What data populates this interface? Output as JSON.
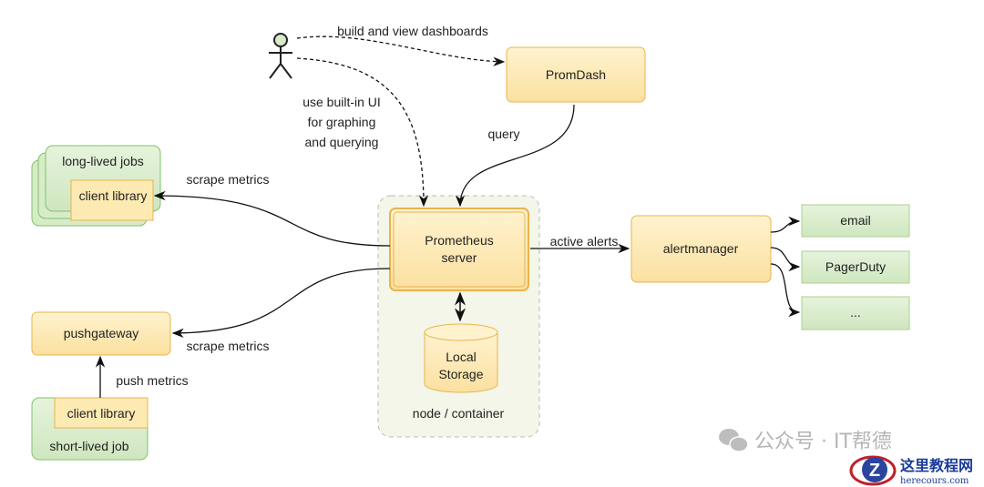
{
  "diagram": {
    "actor": {
      "icon": "user-stick-figure-icon"
    },
    "edges": {
      "dashboards": "build and view dashboards",
      "builtin_ui": [
        "use built-in UI",
        "for graphing",
        "and querying"
      ],
      "query": "query",
      "scrape_jobs": "scrape metrics",
      "scrape_pushgateway": "scrape metrics",
      "push": "push metrics",
      "alerts": "active alerts"
    },
    "nodes": {
      "promdash": "PromDash",
      "prometheus": [
        "Prometheus",
        "server"
      ],
      "storage": [
        "Local",
        "Storage"
      ],
      "container": "node / container",
      "long_lived": "long-lived jobs",
      "client_library_1": "client library",
      "pushgateway": "pushgateway",
      "client_library_2": "client library",
      "short_lived": "short-lived job",
      "alertmanager": "alertmanager",
      "email": "email",
      "pagerduty": "PagerDuty",
      "more": "..."
    },
    "colors": {
      "orange_fill": "#fde9b2",
      "orange_border": "#e9b44c",
      "green_fill": "#d7ebc9",
      "green_border": "#7cc36a",
      "container_fill": "#f3f6e8"
    }
  },
  "watermark": {
    "text": "公众号 · IT帮德",
    "logo_title": "这里教程网",
    "logo_url": "herecours.com"
  }
}
